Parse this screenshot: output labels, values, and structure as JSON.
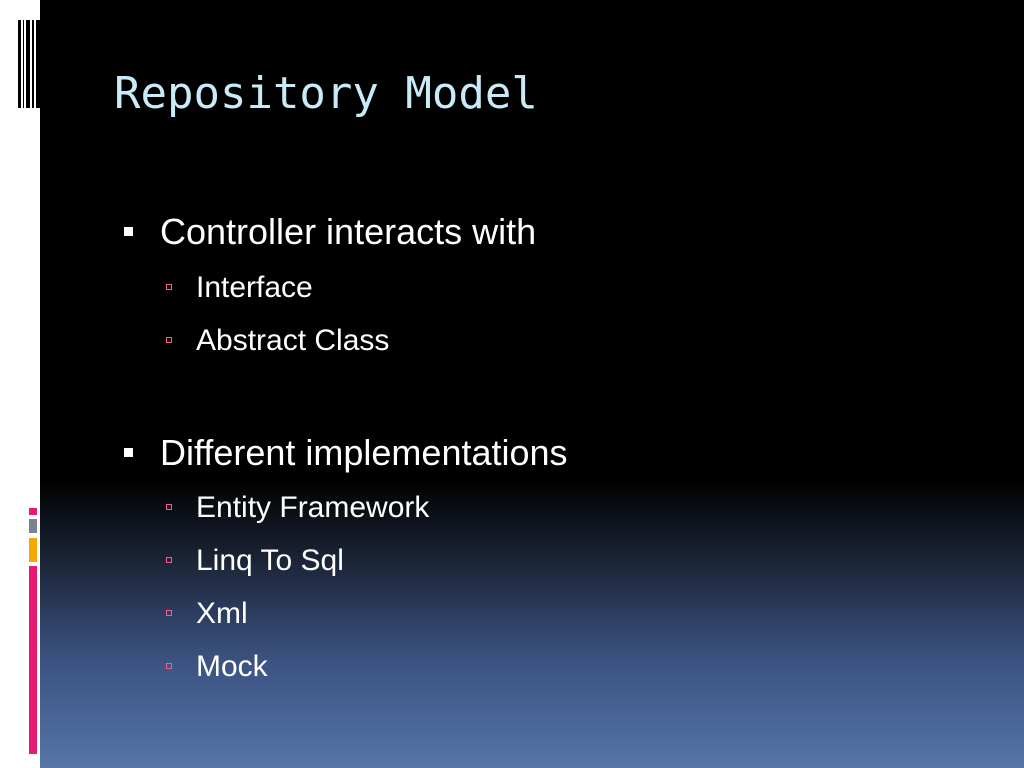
{
  "slide": {
    "title": "Repository Model",
    "bullets": [
      {
        "text": "Controller interacts with",
        "children": [
          "Interface",
          "Abstract Class"
        ]
      },
      {
        "text": "Different implementations",
        "children": [
          "Entity Framework",
          "Linq To Sql",
          "Xml",
          "Mock"
        ]
      }
    ]
  },
  "colors": {
    "title": "#c9eaf7",
    "text": "#ffffff",
    "sub_bullet_marker": "#ff5a90",
    "accent_magenta": "#e8196e",
    "accent_orange": "#f5a800",
    "accent_gray": "#7a8290"
  }
}
